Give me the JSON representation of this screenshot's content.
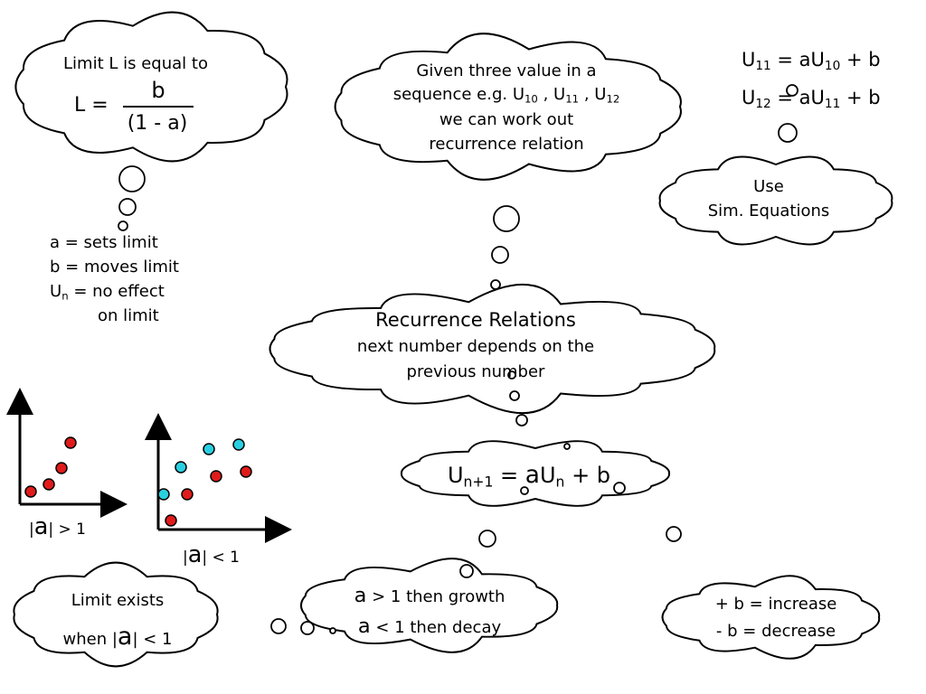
{
  "title_bubble": {
    "title": "Recurrence Relations",
    "line1": "next number depends on the",
    "line2": "previous number"
  },
  "limit_bubble": {
    "text": "Limit L is equal to",
    "lhs": "L =",
    "numerator": "b",
    "denominator": "(1 - a)"
  },
  "limit_notes": {
    "a_line": "a = sets limit",
    "b_line": "b = moves limit",
    "u_var": "U",
    "u_sub": "n",
    "u_rest": " = no effect",
    "u_rest2": "on limit"
  },
  "given_bubble": {
    "line1": "Given three value in a",
    "line2_pre": "sequence e.g. U",
    "s1": "10",
    "c1": " , U",
    "s2": "11",
    "c2": " , U",
    "s3": "12",
    "line3": "we can work out",
    "line4": "recurrence relation"
  },
  "equations": {
    "eq1_u": "U",
    "eq1_s": "11",
    "eq1_mid": " = aU",
    "eq1_s2": "10",
    "eq1_end": " + b",
    "eq2_u": "U",
    "eq2_s": "12",
    "eq2_mid": " = aU",
    "eq2_s2": "11",
    "eq2_end": " + b"
  },
  "sim_bubble": {
    "line1": "Use",
    "line2": "Sim. Equations"
  },
  "formula_bubble": {
    "u": "U",
    "sub1": "n+1",
    "mid": " = ",
    "a": "a",
    "u2": "U",
    "sub2": "n",
    "end": " + b"
  },
  "graph1": {
    "label_pre": "|",
    "label_a": "a",
    "label_post": "| > 1"
  },
  "graph2": {
    "label_pre": "|",
    "label_a": "a",
    "label_post": "| < 1"
  },
  "limit_exists_bubble": {
    "line1": "Limit exists",
    "line2_pre": "when |",
    "line2_a": "a",
    "line2_post": "| < 1"
  },
  "growth_bubble": {
    "a1": "a",
    "rest1": " > 1 then growth",
    "a2": "a",
    "rest2": " < 1 then decay"
  },
  "b_bubble": {
    "line1": "+ b = increase",
    "line2": "- b = decrease"
  },
  "colors": {
    "ink": "#000000",
    "red_dot": "#e01b1b",
    "cyan_dot": "#29cfe0"
  }
}
